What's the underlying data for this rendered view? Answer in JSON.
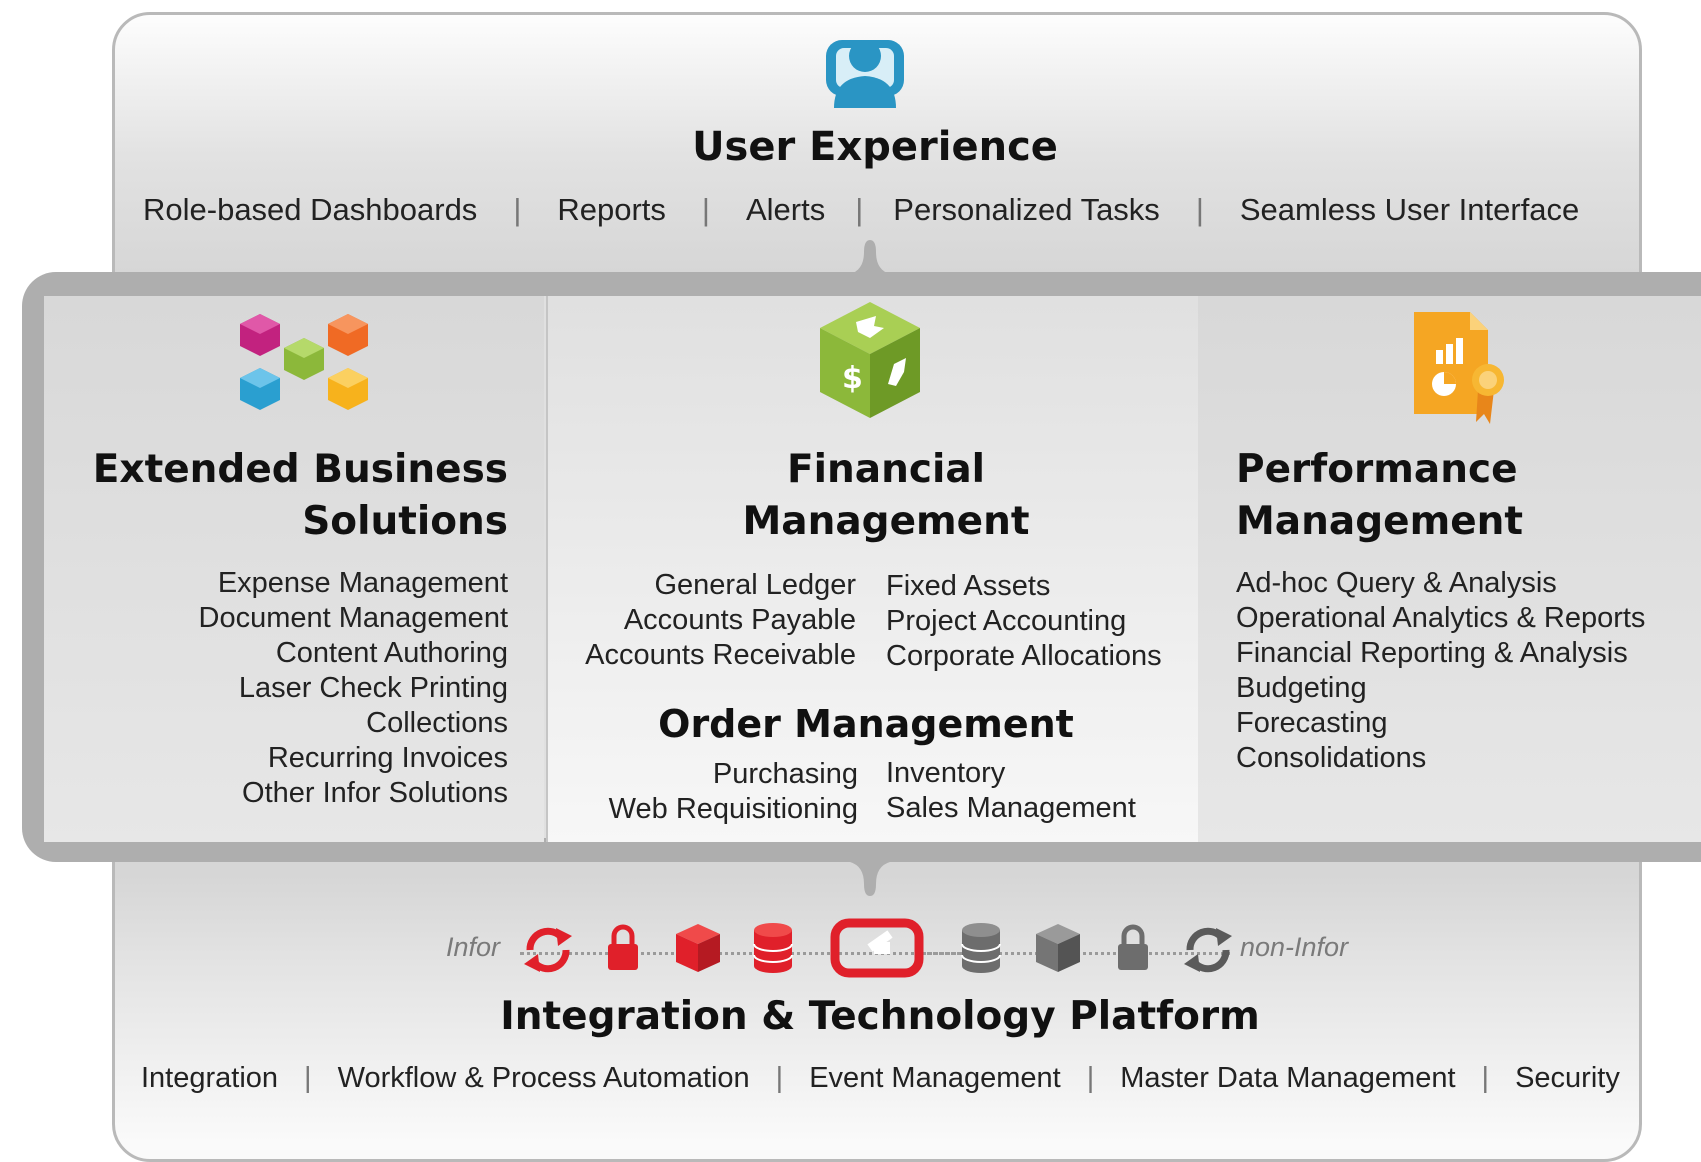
{
  "user_experience": {
    "title": "User Experience",
    "items": [
      "Role-based Dashboards",
      "Reports",
      "Alerts",
      "Personalized Tasks",
      "Seamless User Interface"
    ],
    "separator": "|"
  },
  "extended_business": {
    "title_line1": "Extended Business",
    "title_line2": "Solutions",
    "items": [
      "Expense Management",
      "Document Management",
      "Content Authoring",
      "Laser Check Printing",
      "Collections",
      "Recurring Invoices",
      "Other Infor Solutions"
    ]
  },
  "financial_management": {
    "title_line1": "Financial",
    "title_line2": "Management",
    "left_items": [
      "General Ledger",
      "Accounts Payable",
      "Accounts Receivable"
    ],
    "right_items": [
      "Fixed Assets",
      "Project Accounting",
      "Corporate Allocations"
    ]
  },
  "order_management": {
    "title": "Order Management",
    "left_items": [
      "Purchasing",
      "Web Requisitioning"
    ],
    "right_items": [
      "Inventory",
      "Sales Management"
    ]
  },
  "performance_management": {
    "title_line1": "Performance",
    "title_line2": "Management",
    "items": [
      "Ad-hoc Query & Analysis",
      "Operational Analytics & Reports",
      "Financial Reporting & Analysis",
      "Budgeting",
      "Forecasting",
      "Consolidations"
    ]
  },
  "platform": {
    "left_label": "Infor",
    "right_label": "non-Infor",
    "title": "Integration & Technology Platform",
    "items": [
      "Integration",
      "Workflow & Process Automation",
      "Event Management",
      "Master Data Management",
      "Security"
    ],
    "separator": "|"
  },
  "colors": {
    "accent_red": "#e0202a",
    "user_icon_blue": "#2a95c4",
    "finance_green": "#8cb83a",
    "performance_orange": "#f5a623",
    "frame_gray": "#aeaeae"
  },
  "icons": [
    "user-icon",
    "cubes-icon",
    "finance-cube-icon",
    "report-certificate-icon",
    "sync-icon",
    "lock-icon",
    "cube-icon",
    "database-icon",
    "infor-logo-icon"
  ]
}
